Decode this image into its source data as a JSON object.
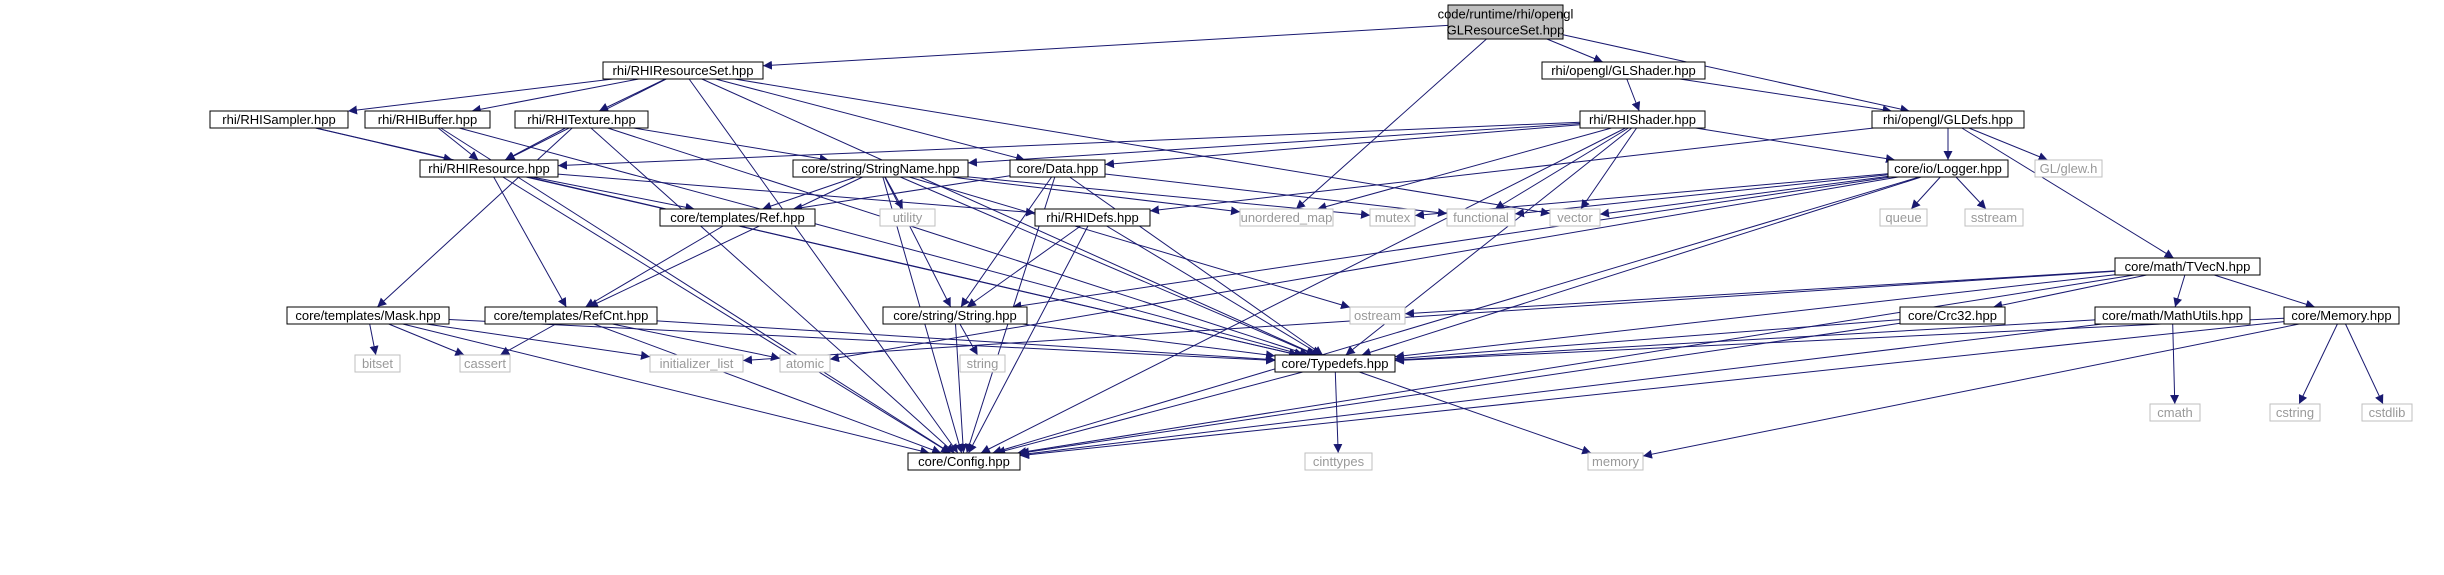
{
  "diagram": {
    "colors": {
      "edge": "#191970",
      "normal_border": "#000000",
      "normal_fill": "#ffffff",
      "root_fill": "#bfbfbf",
      "system_border": "#bfbfbf",
      "system_text": "#999999"
    },
    "nodes": [
      {
        "id": "root",
        "lines": [
          "code/runtime/rhi/opengl",
          "GLResourceSet.hpp"
        ],
        "kind": "root"
      },
      {
        "id": "rhi_resourceset",
        "lines": [
          "rhi/RHIResourceSet.hpp"
        ],
        "kind": "normal"
      },
      {
        "id": "gl_shader",
        "lines": [
          "rhi/opengl/GLShader.hpp"
        ],
        "kind": "normal"
      },
      {
        "id": "gl_defs",
        "lines": [
          "rhi/opengl/GLDefs.hpp"
        ],
        "kind": "normal"
      },
      {
        "id": "rhi_sampler",
        "lines": [
          "rhi/RHISampler.hpp"
        ],
        "kind": "normal"
      },
      {
        "id": "rhi_buffer",
        "lines": [
          "rhi/RHIBuffer.hpp"
        ],
        "kind": "normal"
      },
      {
        "id": "rhi_texture",
        "lines": [
          "rhi/RHITexture.hpp"
        ],
        "kind": "normal"
      },
      {
        "id": "rhi_shader",
        "lines": [
          "rhi/RHIShader.hpp"
        ],
        "kind": "normal"
      },
      {
        "id": "glew",
        "lines": [
          "GL/glew.h"
        ],
        "kind": "system"
      },
      {
        "id": "rhi_resource",
        "lines": [
          "rhi/RHIResource.hpp"
        ],
        "kind": "normal"
      },
      {
        "id": "stringname",
        "lines": [
          "core/string/StringName.hpp"
        ],
        "kind": "normal"
      },
      {
        "id": "data",
        "lines": [
          "core/Data.hpp"
        ],
        "kind": "normal"
      },
      {
        "id": "logger",
        "lines": [
          "core/io/Logger.hpp"
        ],
        "kind": "normal"
      },
      {
        "id": "ref",
        "lines": [
          "core/templates/Ref.hpp"
        ],
        "kind": "normal"
      },
      {
        "id": "utility",
        "lines": [
          "utility"
        ],
        "kind": "system"
      },
      {
        "id": "rhi_defs",
        "lines": [
          "rhi/RHIDefs.hpp"
        ],
        "kind": "normal"
      },
      {
        "id": "unordered_map",
        "lines": [
          "unordered_map"
        ],
        "kind": "system"
      },
      {
        "id": "mutex",
        "lines": [
          "mutex"
        ],
        "kind": "system"
      },
      {
        "id": "functional",
        "lines": [
          "functional"
        ],
        "kind": "system"
      },
      {
        "id": "vector",
        "lines": [
          "vector"
        ],
        "kind": "system"
      },
      {
        "id": "queue",
        "lines": [
          "queue"
        ],
        "kind": "system"
      },
      {
        "id": "sstream",
        "lines": [
          "sstream"
        ],
        "kind": "system"
      },
      {
        "id": "tvecn",
        "lines": [
          "core/math/TVecN.hpp"
        ],
        "kind": "normal"
      },
      {
        "id": "mask",
        "lines": [
          "core/templates/Mask.hpp"
        ],
        "kind": "normal"
      },
      {
        "id": "refcnt",
        "lines": [
          "core/templates/RefCnt.hpp"
        ],
        "kind": "normal"
      },
      {
        "id": "string",
        "lines": [
          "core/string/String.hpp"
        ],
        "kind": "normal"
      },
      {
        "id": "ostream",
        "lines": [
          "ostream"
        ],
        "kind": "system"
      },
      {
        "id": "crc32",
        "lines": [
          "core/Crc32.hpp"
        ],
        "kind": "normal"
      },
      {
        "id": "mathutils",
        "lines": [
          "core/math/MathUtils.hpp"
        ],
        "kind": "normal"
      },
      {
        "id": "memory_hpp",
        "lines": [
          "core/Memory.hpp"
        ],
        "kind": "normal"
      },
      {
        "id": "bitset",
        "lines": [
          "bitset"
        ],
        "kind": "system"
      },
      {
        "id": "cassert",
        "lines": [
          "cassert"
        ],
        "kind": "system"
      },
      {
        "id": "initializer_list",
        "lines": [
          "initializer_list"
        ],
        "kind": "system"
      },
      {
        "id": "atomic",
        "lines": [
          "atomic"
        ],
        "kind": "system"
      },
      {
        "id": "std_string",
        "lines": [
          "string"
        ],
        "kind": "system"
      },
      {
        "id": "typedefs",
        "lines": [
          "core/Typedefs.hpp"
        ],
        "kind": "normal"
      },
      {
        "id": "cmath",
        "lines": [
          "cmath"
        ],
        "kind": "system"
      },
      {
        "id": "cstring",
        "lines": [
          "cstring"
        ],
        "kind": "system"
      },
      {
        "id": "cstdlib",
        "lines": [
          "cstdlib"
        ],
        "kind": "system"
      },
      {
        "id": "config",
        "lines": [
          "core/Config.hpp"
        ],
        "kind": "normal"
      },
      {
        "id": "cinttypes",
        "lines": [
          "cinttypes"
        ],
        "kind": "system"
      },
      {
        "id": "memory",
        "lines": [
          "memory"
        ],
        "kind": "system"
      }
    ],
    "edges": [
      [
        "root",
        "rhi_resourceset"
      ],
      [
        "root",
        "gl_shader"
      ],
      [
        "root",
        "gl_defs"
      ],
      [
        "root",
        "unordered_map"
      ],
      [
        "rhi_resourceset",
        "rhi_sampler"
      ],
      [
        "rhi_resourceset",
        "rhi_buffer"
      ],
      [
        "rhi_resourceset",
        "rhi_texture"
      ],
      [
        "rhi_resourceset",
        "rhi_resource"
      ],
      [
        "rhi_resourceset",
        "data"
      ],
      [
        "rhi_resourceset",
        "typedefs"
      ],
      [
        "rhi_resourceset",
        "vector"
      ],
      [
        "rhi_resourceset",
        "config"
      ],
      [
        "gl_shader",
        "rhi_shader"
      ],
      [
        "gl_shader",
        "gl_defs"
      ],
      [
        "gl_defs",
        "glew"
      ],
      [
        "gl_defs",
        "logger"
      ],
      [
        "gl_defs",
        "tvecn"
      ],
      [
        "gl_defs",
        "rhi_defs"
      ],
      [
        "rhi_sampler",
        "rhi_resource"
      ],
      [
        "rhi_sampler",
        "typedefs"
      ],
      [
        "rhi_buffer",
        "rhi_resource"
      ],
      [
        "rhi_buffer",
        "typedefs"
      ],
      [
        "rhi_buffer",
        "config"
      ],
      [
        "rhi_texture",
        "rhi_resource"
      ],
      [
        "rhi_texture",
        "stringname"
      ],
      [
        "rhi_texture",
        "mask"
      ],
      [
        "rhi_texture",
        "typedefs"
      ],
      [
        "rhi_texture",
        "config"
      ],
      [
        "rhi_shader",
        "rhi_resource"
      ],
      [
        "rhi_shader",
        "stringname"
      ],
      [
        "rhi_shader",
        "data"
      ],
      [
        "rhi_shader",
        "logger"
      ],
      [
        "rhi_shader",
        "unordered_map"
      ],
      [
        "rhi_shader",
        "functional"
      ],
      [
        "rhi_shader",
        "vector"
      ],
      [
        "rhi_shader",
        "typedefs"
      ],
      [
        "rhi_shader",
        "config"
      ],
      [
        "rhi_resource",
        "ref"
      ],
      [
        "rhi_resource",
        "refcnt"
      ],
      [
        "rhi_resource",
        "rhi_defs"
      ],
      [
        "rhi_resource",
        "typedefs"
      ],
      [
        "rhi_resource",
        "config"
      ],
      [
        "stringname",
        "ref"
      ],
      [
        "stringname",
        "refcnt"
      ],
      [
        "stringname",
        "utility"
      ],
      [
        "stringname",
        "string"
      ],
      [
        "stringname",
        "unordered_map"
      ],
      [
        "stringname",
        "mutex"
      ],
      [
        "stringname",
        "typedefs"
      ],
      [
        "stringname",
        "ostream"
      ],
      [
        "stringname",
        "config"
      ],
      [
        "data",
        "ref"
      ],
      [
        "data",
        "string"
      ],
      [
        "data",
        "typedefs"
      ],
      [
        "data",
        "config"
      ],
      [
        "data",
        "functional"
      ],
      [
        "logger",
        "mutex"
      ],
      [
        "logger",
        "functional"
      ],
      [
        "logger",
        "vector"
      ],
      [
        "logger",
        "queue"
      ],
      [
        "logger",
        "sstream"
      ],
      [
        "logger",
        "string"
      ],
      [
        "logger",
        "typedefs"
      ],
      [
        "logger",
        "atomic"
      ],
      [
        "logger",
        "config"
      ],
      [
        "ref",
        "refcnt"
      ],
      [
        "rhi_defs",
        "string"
      ],
      [
        "rhi_defs",
        "typedefs"
      ],
      [
        "rhi_defs",
        "config"
      ],
      [
        "tvecn",
        "ostream"
      ],
      [
        "tvecn",
        "crc32"
      ],
      [
        "tvecn",
        "mathutils"
      ],
      [
        "tvecn",
        "memory_hpp"
      ],
      [
        "tvecn",
        "initializer_list"
      ],
      [
        "tvecn",
        "typedefs"
      ],
      [
        "tvecn",
        "config"
      ],
      [
        "mask",
        "bitset"
      ],
      [
        "mask",
        "cassert"
      ],
      [
        "mask",
        "initializer_list"
      ],
      [
        "mask",
        "typedefs"
      ],
      [
        "mask",
        "config"
      ],
      [
        "refcnt",
        "cassert"
      ],
      [
        "refcnt",
        "atomic"
      ],
      [
        "refcnt",
        "typedefs"
      ],
      [
        "refcnt",
        "config"
      ],
      [
        "string",
        "std_string"
      ],
      [
        "string",
        "typedefs"
      ],
      [
        "string",
        "config"
      ],
      [
        "crc32",
        "typedefs"
      ],
      [
        "crc32",
        "config"
      ],
      [
        "mathutils",
        "cmath"
      ],
      [
        "mathutils",
        "typedefs"
      ],
      [
        "mathutils",
        "config"
      ],
      [
        "memory_hpp",
        "cstring"
      ],
      [
        "memory_hpp",
        "cstdlib"
      ],
      [
        "memory_hpp",
        "memory"
      ],
      [
        "memory_hpp",
        "typedefs"
      ],
      [
        "memory_hpp",
        "config"
      ],
      [
        "typedefs",
        "config"
      ],
      [
        "typedefs",
        "cinttypes"
      ],
      [
        "typedefs",
        "memory"
      ]
    ]
  }
}
